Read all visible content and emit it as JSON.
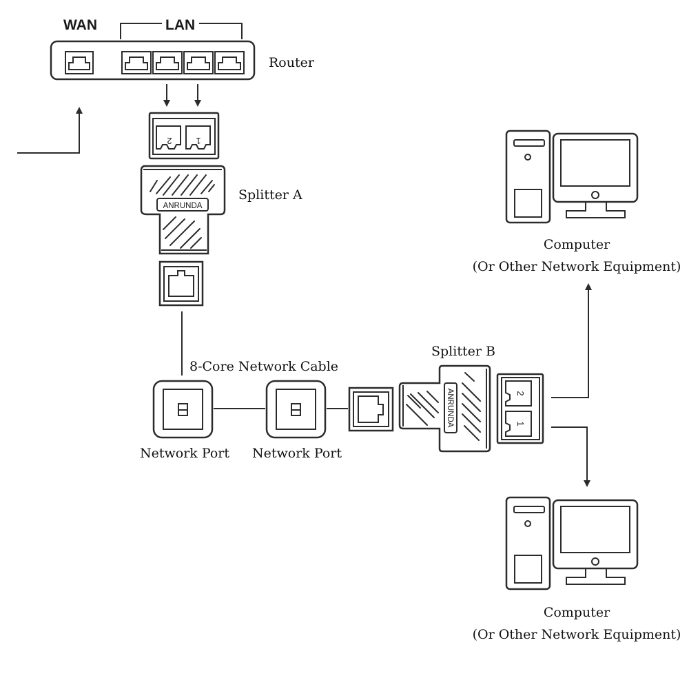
{
  "diagram": {
    "router": {
      "label": "Router",
      "wan_label": "WAN",
      "lan_label": "LAN",
      "wan_port_count": 1,
      "lan_port_count": 4
    },
    "splitter_a": {
      "label": "Splitter A",
      "brand": "ANRUNDA",
      "port_labels": [
        "2",
        "1"
      ]
    },
    "cable": {
      "label": "8-Core Network Cable"
    },
    "network_ports": [
      {
        "label": "Network Port"
      },
      {
        "label": "Network Port"
      }
    ],
    "splitter_b": {
      "label": "Splitter B",
      "brand": "ANRUNDA",
      "port_labels": [
        "2",
        "1"
      ]
    },
    "computers": [
      {
        "label": "Computer",
        "sublabel": "(Or Other Network Equipment)"
      },
      {
        "label": "Computer",
        "sublabel": "(Or Other Network Equipment)"
      }
    ],
    "colors": {
      "line": "#2b2b2b",
      "background": "#ffffff",
      "text": "#111111"
    }
  }
}
